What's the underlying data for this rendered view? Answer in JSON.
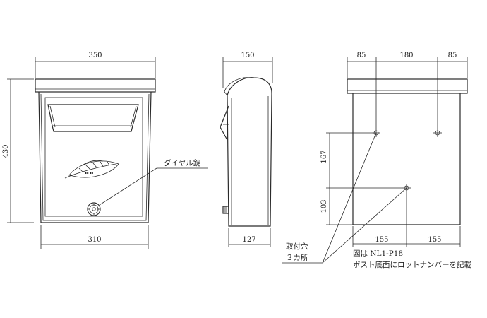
{
  "front_view": {
    "width_top": "350",
    "height": "430",
    "width_bottom": "310",
    "dial_lock_label": "ダイヤル錠"
  },
  "side_view": {
    "depth_top": "150",
    "depth_bottom": "127"
  },
  "back_view": {
    "top_left": "85",
    "top_center": "180",
    "top_right": "85",
    "left_upper": "167",
    "left_lower": "103",
    "bottom_left": "155",
    "bottom_right": "155"
  },
  "notes": {
    "mount_holes_line1": "取付穴",
    "mount_holes_line2": "３カ所",
    "figure_model": "図は NL1-P18",
    "label_note": "ポスト底面にロットナンバーを記載"
  },
  "colors": {
    "line": "#2a2a2a",
    "text": "#1e1e1e",
    "background": "#ffffff"
  }
}
